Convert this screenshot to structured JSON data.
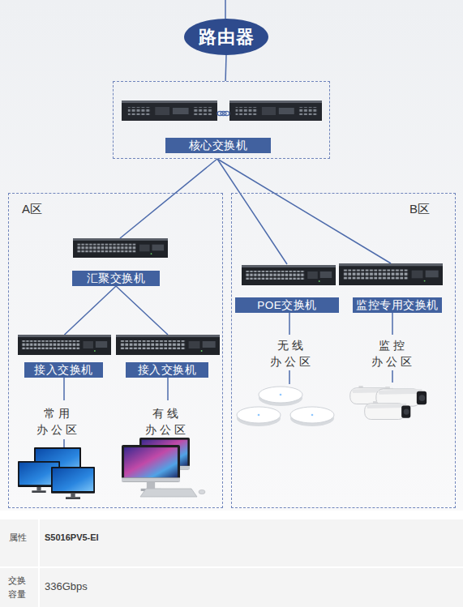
{
  "diagram": {
    "nodes": [
      {
        "text": [
          "路由器"
        ]
      },
      {
        "text": [
          "核心交换机"
        ]
      },
      {
        "text": [
          "A区"
        ]
      },
      {
        "text": [
          "汇聚交换机"
        ],
        "in": 2
      },
      {
        "text": [
          "接入交换机"
        ],
        "in": 2
      },
      {
        "text": [
          "接入交换机"
        ],
        "in": 2
      },
      {
        "text": [
          "B区"
        ]
      },
      {
        "text": [
          "POE交换机"
        ],
        "in": 6
      },
      {
        "text": [
          "监控专用交换机"
        ],
        "in": 6
      }
    ],
    "edges": [
      {
        "from": 0,
        "to": 1,
        "arrow": "none"
      },
      {
        "from": 1,
        "to": 3,
        "arrow": "none"
      },
      {
        "from": 1,
        "to": 7,
        "arrow": "none"
      },
      {
        "from": 1,
        "to": 8,
        "arrow": "none"
      },
      {
        "from": 3,
        "to": 4,
        "arrow": "none"
      },
      {
        "from": 3,
        "to": 5,
        "arrow": "none"
      }
    ],
    "labels": [
      "常用 办公区",
      "有线 办公区",
      "无线 办公区",
      "监控 办公区",
      "属性",
      "S5016PV5-EI",
      "交换 容量",
      "336Gbps"
    ]
  }
}
